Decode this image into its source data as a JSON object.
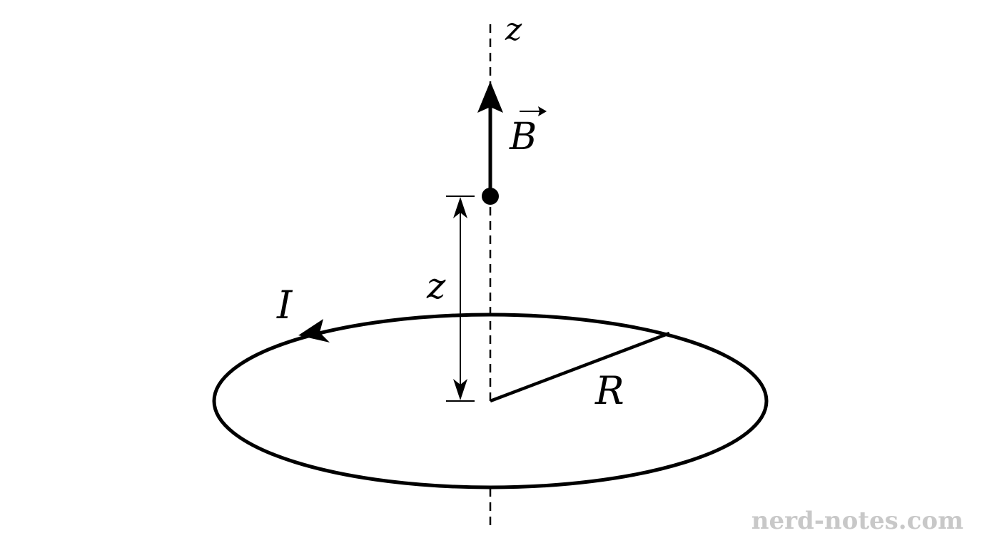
{
  "labels": {
    "axis": "z",
    "field": "B",
    "distance": "z",
    "current": "I",
    "radius": "R"
  },
  "watermark": "nerd-notes.com",
  "colors": {
    "ink": "#000000",
    "watermark": "#c8c8c8"
  }
}
